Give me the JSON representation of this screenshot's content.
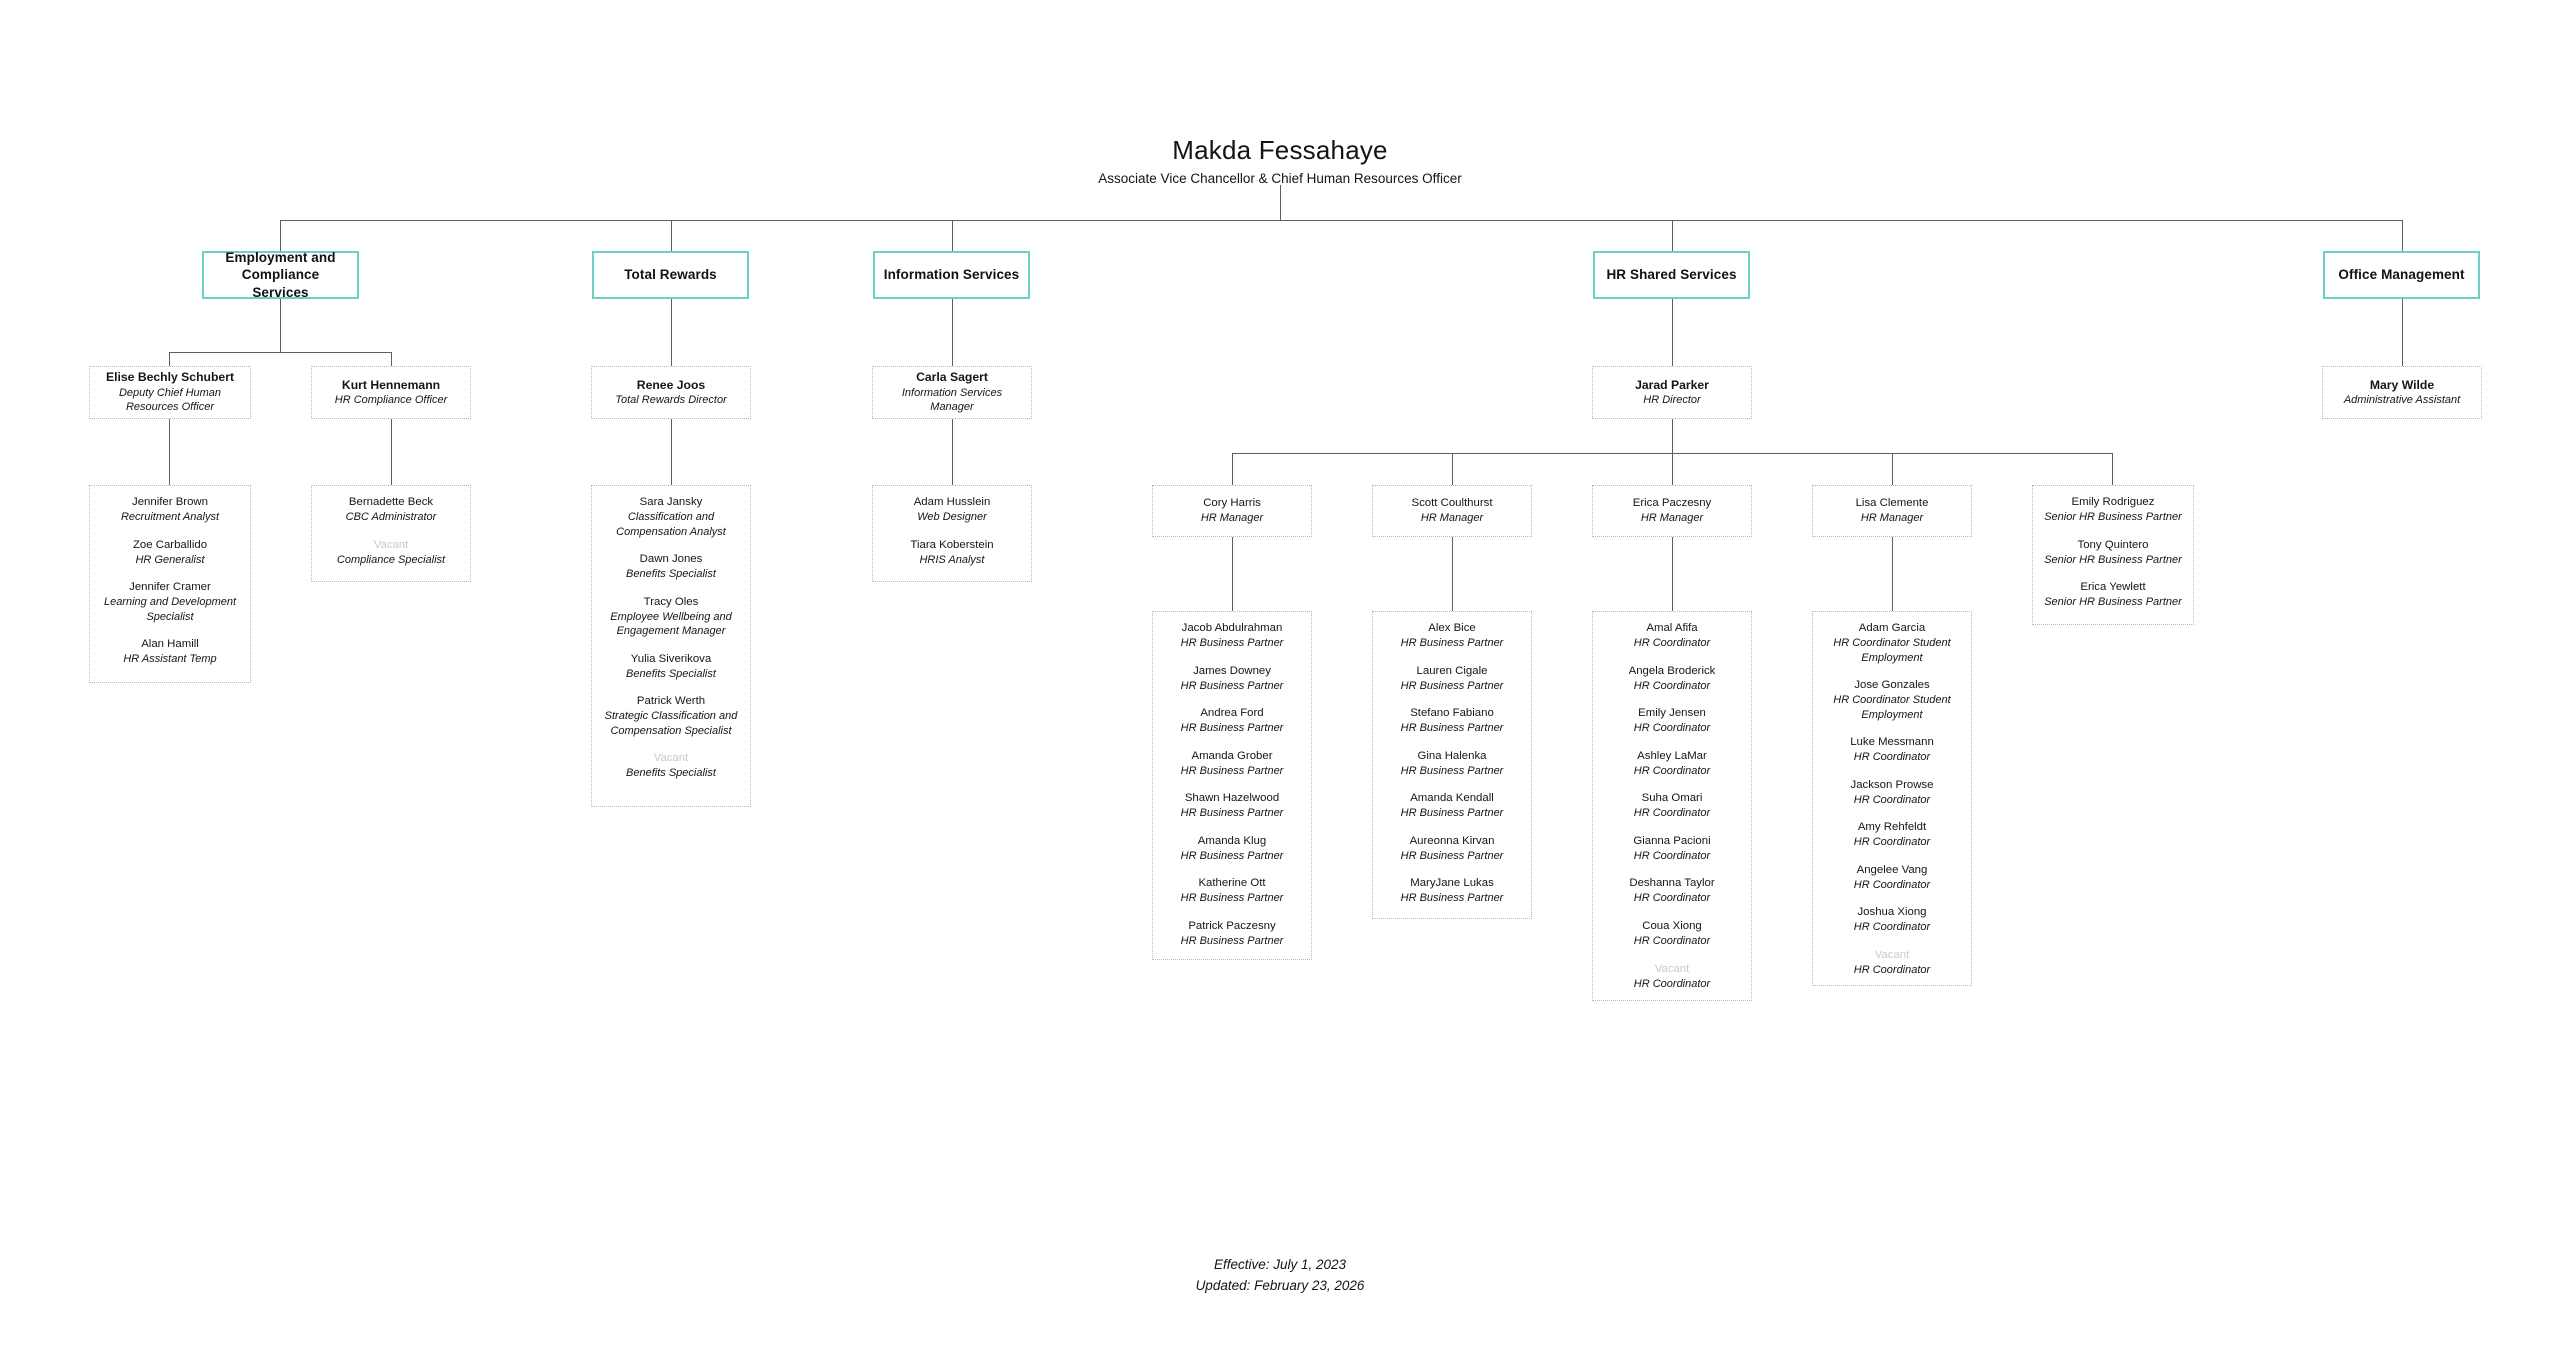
{
  "root": {
    "name": "Makda Fessahaye",
    "role": "Associate Vice Chancellor & Chief Human Resources Officer"
  },
  "colors": {
    "division_border": "#6ecfc4",
    "person_border": "#b8b8b8",
    "connector": "#5b5f63",
    "vacant_text": "#c9c9c9",
    "text": "#161616"
  },
  "divisions": [
    {
      "label": "Employment and Compliance Services"
    },
    {
      "label": "Total Rewards"
    },
    {
      "label": "Information Services"
    },
    {
      "label": "HR Shared Services"
    },
    {
      "label": "Office Management"
    }
  ],
  "leaders": {
    "elise": {
      "name": "Elise Bechly Schubert",
      "role": "Deputy Chief Human Resources Officer"
    },
    "kurt": {
      "name": "Kurt Hennemann",
      "role": "HR Compliance Officer"
    },
    "renee": {
      "name": "Renee Joos",
      "role": "Total Rewards Director"
    },
    "carla": {
      "name": "Carla Sagert",
      "role": "Information Services Manager"
    },
    "jarad": {
      "name": "Jarad Parker",
      "role": "HR Director"
    },
    "mary": {
      "name": "Mary Wilde",
      "role": "Administrative Assistant"
    }
  },
  "managers": {
    "cory": {
      "name": "Cory Harris",
      "role": "HR Manager"
    },
    "scott": {
      "name": "Scott Coulthurst",
      "role": "HR Manager"
    },
    "erica": {
      "name": "Erica Paczesny",
      "role": "HR Manager"
    },
    "lisa": {
      "name": "Lisa Clemente",
      "role": "HR Manager"
    }
  },
  "staff": {
    "elise_team": [
      {
        "name": "Jennifer Brown",
        "role": "Recruitment Analyst",
        "vacant": false
      },
      {
        "name": "Zoe Carballido",
        "role": "HR Generalist",
        "vacant": false
      },
      {
        "name": "Jennifer Cramer",
        "role": "Learning and Development Specialist",
        "vacant": false
      },
      {
        "name": "Alan Hamill",
        "role": "HR Assistant Temp",
        "vacant": false
      }
    ],
    "kurt_team": [
      {
        "name": "Bernadette Beck",
        "role": "CBC Administrator",
        "vacant": false
      },
      {
        "name": "Vacant",
        "role": "Compliance Specialist",
        "vacant": true
      }
    ],
    "renee_team": [
      {
        "name": "Sara Jansky",
        "role": "Classification and Compensation Analyst",
        "vacant": false
      },
      {
        "name": "Dawn Jones",
        "role": "Benefits Specialist",
        "vacant": false
      },
      {
        "name": "Tracy Oles",
        "role": "Employee Wellbeing and Engagement Manager",
        "vacant": false
      },
      {
        "name": "Yulia Siverikova",
        "role": "Benefits Specialist",
        "vacant": false
      },
      {
        "name": "Patrick Werth",
        "role": "Strategic Classification and Compensation Specialist",
        "vacant": false
      },
      {
        "name": "Vacant",
        "role": "Benefits Specialist",
        "vacant": true
      }
    ],
    "carla_team": [
      {
        "name": "Adam Husslein",
        "role": "Web Designer",
        "vacant": false
      },
      {
        "name": "Tiara Koberstein",
        "role": "HRIS Analyst",
        "vacant": false
      }
    ],
    "cory_team": [
      {
        "name": "Jacob Abdulrahman",
        "role": "HR Business Partner",
        "vacant": false
      },
      {
        "name": "James Downey",
        "role": "HR Business Partner",
        "vacant": false
      },
      {
        "name": "Andrea Ford",
        "role": "HR Business Partner",
        "vacant": false
      },
      {
        "name": "Amanda Grober",
        "role": "HR Business Partner",
        "vacant": false
      },
      {
        "name": "Shawn Hazelwood",
        "role": "HR Business Partner",
        "vacant": false
      },
      {
        "name": "Amanda Klug",
        "role": "HR Business Partner",
        "vacant": false
      },
      {
        "name": "Katherine Ott",
        "role": "HR Business Partner",
        "vacant": false
      },
      {
        "name": "Patrick Paczesny",
        "role": "HR Business Partner",
        "vacant": false
      }
    ],
    "scott_team": [
      {
        "name": "Alex Bice",
        "role": "HR Business Partner",
        "vacant": false
      },
      {
        "name": "Lauren Cigale",
        "role": "HR Business Partner",
        "vacant": false
      },
      {
        "name": "Stefano Fabiano",
        "role": "HR Business Partner",
        "vacant": false
      },
      {
        "name": "Gina Halenka",
        "role": "HR Business Partner",
        "vacant": false
      },
      {
        "name": "Amanda Kendall",
        "role": "HR Business Partner",
        "vacant": false
      },
      {
        "name": "Aureonna Kirvan",
        "role": "HR Business Partner",
        "vacant": false
      },
      {
        "name": "MaryJane Lukas",
        "role": "HR Business Partner",
        "vacant": false
      }
    ],
    "erica_team": [
      {
        "name": "Amal Afifa",
        "role": "HR Coordinator",
        "vacant": false
      },
      {
        "name": "Angela Broderick",
        "role": "HR Coordinator",
        "vacant": false
      },
      {
        "name": "Emily Jensen",
        "role": "HR Coordinator",
        "vacant": false
      },
      {
        "name": "Ashley LaMar",
        "role": "HR Coordinator",
        "vacant": false
      },
      {
        "name": "Suha Omari",
        "role": "HR Coordinator",
        "vacant": false
      },
      {
        "name": "Gianna Pacioni",
        "role": "HR Coordinator",
        "vacant": false
      },
      {
        "name": "Deshanna Taylor",
        "role": "HR Coordinator",
        "vacant": false
      },
      {
        "name": "Coua Xiong",
        "role": "HR Coordinator",
        "vacant": false
      },
      {
        "name": "Vacant",
        "role": "HR Coordinator",
        "vacant": true
      }
    ],
    "lisa_team": [
      {
        "name": "Adam Garcia",
        "role": "HR Coordinator Student Employment",
        "vacant": false
      },
      {
        "name": "Jose Gonzales",
        "role": "HR Coordinator Student Employment",
        "vacant": false
      },
      {
        "name": "Luke Messmann",
        "role": "HR Coordinator",
        "vacant": false
      },
      {
        "name": "Jackson Prowse",
        "role": "HR Coordinator",
        "vacant": false
      },
      {
        "name": "Amy Rehfeldt",
        "role": "HR Coordinator",
        "vacant": false
      },
      {
        "name": "Angelee Vang",
        "role": "HR Coordinator",
        "vacant": false
      },
      {
        "name": "Joshua Xiong",
        "role": "HR Coordinator",
        "vacant": false
      },
      {
        "name": "Vacant",
        "role": "HR Coordinator",
        "vacant": true
      }
    ],
    "senior_partners": [
      {
        "name": "Emily Rodriguez",
        "role": "Senior HR Business Partner",
        "vacant": false
      },
      {
        "name": "Tony Quintero",
        "role": "Senior HR Business Partner",
        "vacant": false
      },
      {
        "name": "Erica Yewlett",
        "role": "Senior HR Business Partner",
        "vacant": false
      }
    ]
  },
  "footer": {
    "effective": "Effective: July 1, 2023",
    "updated": "Updated: February 23, 2026"
  }
}
